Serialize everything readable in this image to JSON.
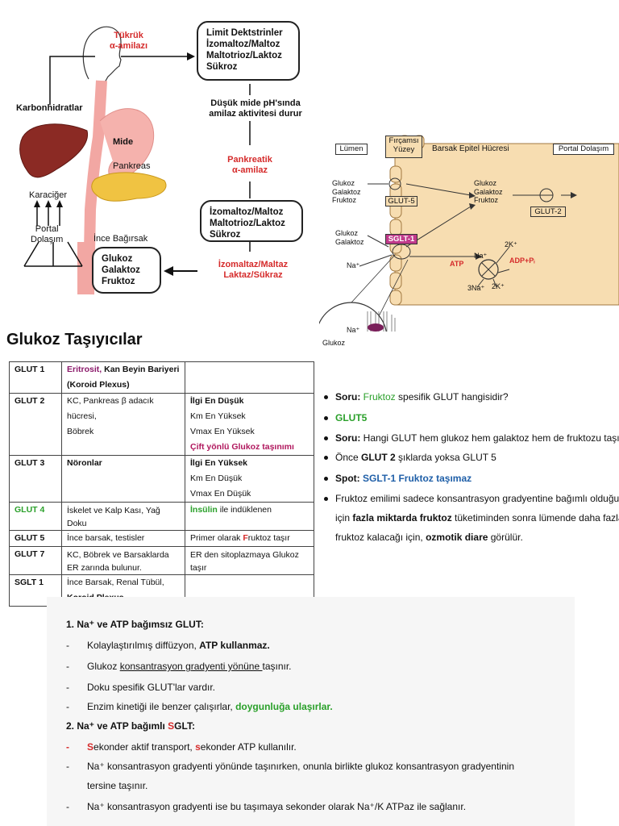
{
  "digestion": {
    "salivary_label_1": "Tükrük",
    "salivary_label_2": "α-amilazı",
    "carbohydrates_label": "Karbonhidratlar",
    "stomach_label": "Mide",
    "pancreas_label": "Pankreas",
    "liver_label": "Karaciğer",
    "portal_label_1": "Portal",
    "portal_label_2": "Dolaşım",
    "small_intestine_label": "İnce Bağırsak",
    "box1": [
      "Limit Dektstrinler",
      "İzomaltoz/Maltoz",
      "Maltotrioz/Laktoz",
      "Sükroz"
    ],
    "ph_note_1": "Düşük mide pH'sında",
    "ph_note_2": "amilaz aktivitesi durur",
    "pancreatic_1": "Pankreatik",
    "pancreatic_2": "α-amilaz",
    "box2": [
      "İzomaltoz/Maltoz",
      "Maltotrioz/Laktoz",
      "Sükroz"
    ],
    "enzymes_1": "İzomaltaz/Maltaz",
    "enzymes_2": "Laktaz/Sükraz",
    "box3": [
      "Glukoz",
      "Galaktoz",
      "Fruktoz"
    ]
  },
  "absorption": {
    "lumen": "Lümen",
    "brush_1": "Fırçamsı",
    "brush_2": "Yüzey",
    "epithelial": "Barsak Epitel Hücresi",
    "portal": "Portal Dolaşım",
    "left_sugars": [
      "Glukoz",
      "Galaktoz",
      "Fruktoz"
    ],
    "glut5": "GLUT-5",
    "cell_sugars": [
      "Glukoz",
      "Galaktoz",
      "Fruktoz"
    ],
    "glut2": "GLUT-2",
    "sglt_sugars": [
      "Glukoz",
      "Galaktoz"
    ],
    "sglt1": "SGLT-1",
    "na_plus": "Na⁺",
    "na_cell": "Na⁺",
    "k2_top": "2K⁺",
    "atp": "ATP",
    "adp": "ADP+Pᵢ",
    "na3": "3Na⁺",
    "k2_bottom": "2K⁺",
    "zoom_na": "Na⁺",
    "zoom_glucose": "Glukoz"
  },
  "heading": "Glukoz Taşıyıcılar",
  "table": {
    "rows": [
      {
        "name": "GLUT 1",
        "tissue_red": "Eritrosit,",
        "tissue_bold": " Kan Beyin Bariyeri (Koroid Plexus)",
        "note": ""
      },
      {
        "name": "GLUT 2",
        "tissue_lines": [
          "KC, Pankreas β adacık",
          "hücresi,",
          "Böbrek"
        ],
        "note_lines": [
          "İlgi En Düşük",
          "Km En Yüksek",
          "Vmax En Yüksek"
        ],
        "note_pink": "Çift yönlü Glukoz taşınımı"
      },
      {
        "name": "GLUT 3",
        "tissue": "Nöronlar",
        "note_lines": [
          "İlgi En Yüksek",
          "Km En Düşük",
          "Vmax En Düşük"
        ]
      },
      {
        "name": "GLUT 4",
        "tissue_lines": [
          "İskelet ve Kalp Kası, Yağ",
          "Doku"
        ],
        "note_green": "İnsülin",
        "note_rest": " ile indüklenen"
      },
      {
        "name": "GLUT 5",
        "tissue": "İnce barsak, testisler",
        "note_a": "Primer olarak ",
        "note_red": "F",
        "note_b": "ruktoz",
        "note_c": " taşır"
      },
      {
        "name": "GLUT 7",
        "tissue_lines": [
          "KC, Böbrek ve Barsaklarda",
          "ER zarında bulunur."
        ],
        "note_lines": [
          "ER den sitoplazmaya Glukoz",
          "taşır"
        ]
      },
      {
        "name": "SGLT 1",
        "tissue_lines": [
          "İnce Barsak, Renal Tübül,"
        ],
        "tissue_bold": "Koroid Plexus",
        "note": ""
      }
    ]
  },
  "qa": {
    "q1_a": "Soru: ",
    "q1_green": "Fruktoz",
    "q1_b": " spesifik GLUT hangisidir?",
    "a1": "GLUT5",
    "q2_a": "Soru:",
    "q2_b": " Hangi GLUT hem glukoz hem galaktoz hem de fruktozu taşır?",
    "a2_a": "Önce ",
    "a2_b": "GLUT 2",
    "a2_c": " şıklarda yoksa GLUT 5",
    "spot_a": "Spot: ",
    "spot_b": "SGLT-1 Fruktoz taşımaz",
    "p_a": "Fruktoz emilimi sadece konsantrasyon gradyentine bağımlı olduğu için ",
    "p_b": "fazla miktarda fruktoz",
    "p_c": " tüketiminden sonra lümende daha fazla fruktoz kalacağı için, ",
    "p_d": "ozmotik diare",
    "p_e": " görülür."
  },
  "bottom": {
    "h1": "1.  Na⁺ ve ATP bağımsız GLUT:",
    "l1_a": "Kolaylaştırılmış diffüzyon, ",
    "l1_b": "ATP kullanmaz.",
    "l2_a": "Glukoz ",
    "l2_u": "konsantrasyon gradyenti yönüne ",
    "l2_b": "taşınır.",
    "l3": "Doku spesifik GLUT'lar vardır.",
    "l4_a": "Enzim kinetiği ile benzer çalışırlar, ",
    "l4_g": "doygunluğa ulaşırlar.",
    "h2_a": "2.  Na⁺ ve ATP bağımlı ",
    "h2_s": "S",
    "h2_b": "GLT:",
    "l5_s1": "S",
    "l5_a": "ekonder aktif transport, ",
    "l5_s2": "s",
    "l5_b": "ekonder ATP kullanılır.",
    "l6": "Na⁺ konsantrasyon gradyenti yönünde taşınırken, onunla birlikte glukoz konsantrasyon gradyentinin",
    "l6b": "tersine taşınır.",
    "l7": "Na⁺ konsantrasyon gradyenti ise bu taşımaya sekonder olarak Na⁺/K ATPaz ile sağlanır.",
    "dash": "-"
  }
}
